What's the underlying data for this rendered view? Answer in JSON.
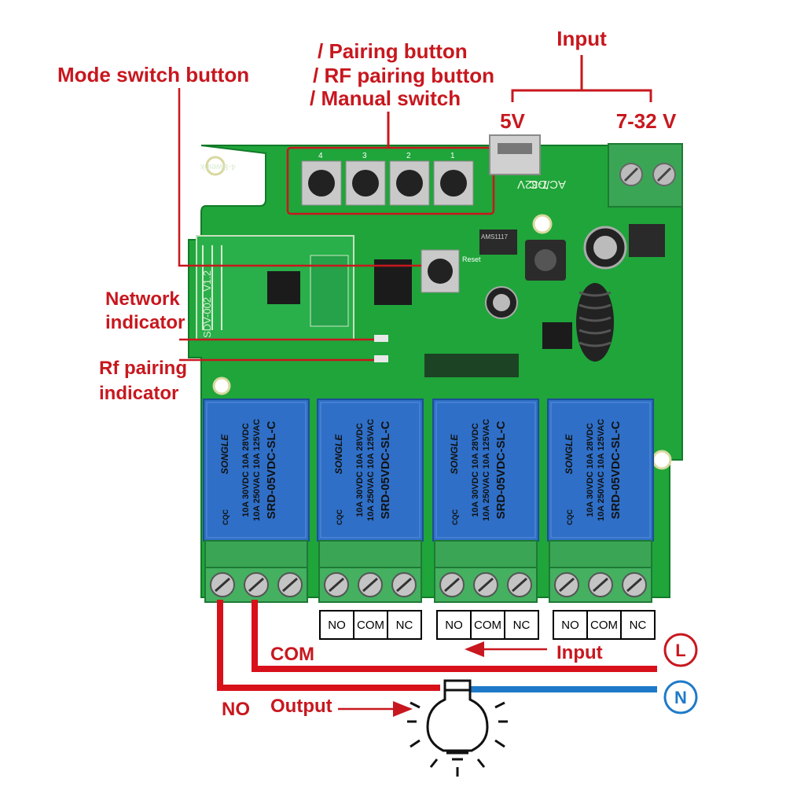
{
  "labels": {
    "input_top": "Input",
    "v5": "5V",
    "v732": "7-32 V",
    "pairing_button": "/ Pairing button",
    "rf_pairing_button": "/ RF pairing button",
    "manual_switch": "/ Manual switch",
    "mode_switch_button": "Mode switch button",
    "network_indicator_line1": "Network",
    "network_indicator_line2": "indicator",
    "rf_indicator_line1": "Rf pairing",
    "rf_indicator_line2": "indicator",
    "com": "COM",
    "input_bottom": "Input",
    "no": "NO",
    "output": "Output",
    "L": "L",
    "N": "N"
  },
  "board": {
    "silk_model": "SDV-002_V1.2",
    "silk_brand": "4-Eweink",
    "silk_acdc": "AC/DC",
    "silk_volt": "7-32V",
    "silk_reset": "Reset",
    "silk_ams": "AMS1117",
    "button_numbers": [
      "4",
      "3",
      "2",
      "1"
    ],
    "relay_brand": "SONGLE",
    "relay_model": "SRD-05VDC-SL-C",
    "relay_rating1": "10A 250VAC 10A 125VAC",
    "relay_rating2": "10A 30VDC 10A 28VDC",
    "relay_cqc": "CQC"
  },
  "terminals": [
    {
      "no": "NO",
      "com": "COM",
      "nc": "NC"
    },
    {
      "no": "NO",
      "com": "COM",
      "nc": "NC"
    },
    {
      "no": "NO",
      "com": "COM",
      "nc": "NC"
    }
  ],
  "colors": {
    "label_red": "#c8171e",
    "wire_red": "#d8101a",
    "wire_blue": "#1e7ac8",
    "pcb_green": "#1fa53a",
    "relay_blue": "#2f6fc7",
    "terminal_green": "#3aa655"
  }
}
